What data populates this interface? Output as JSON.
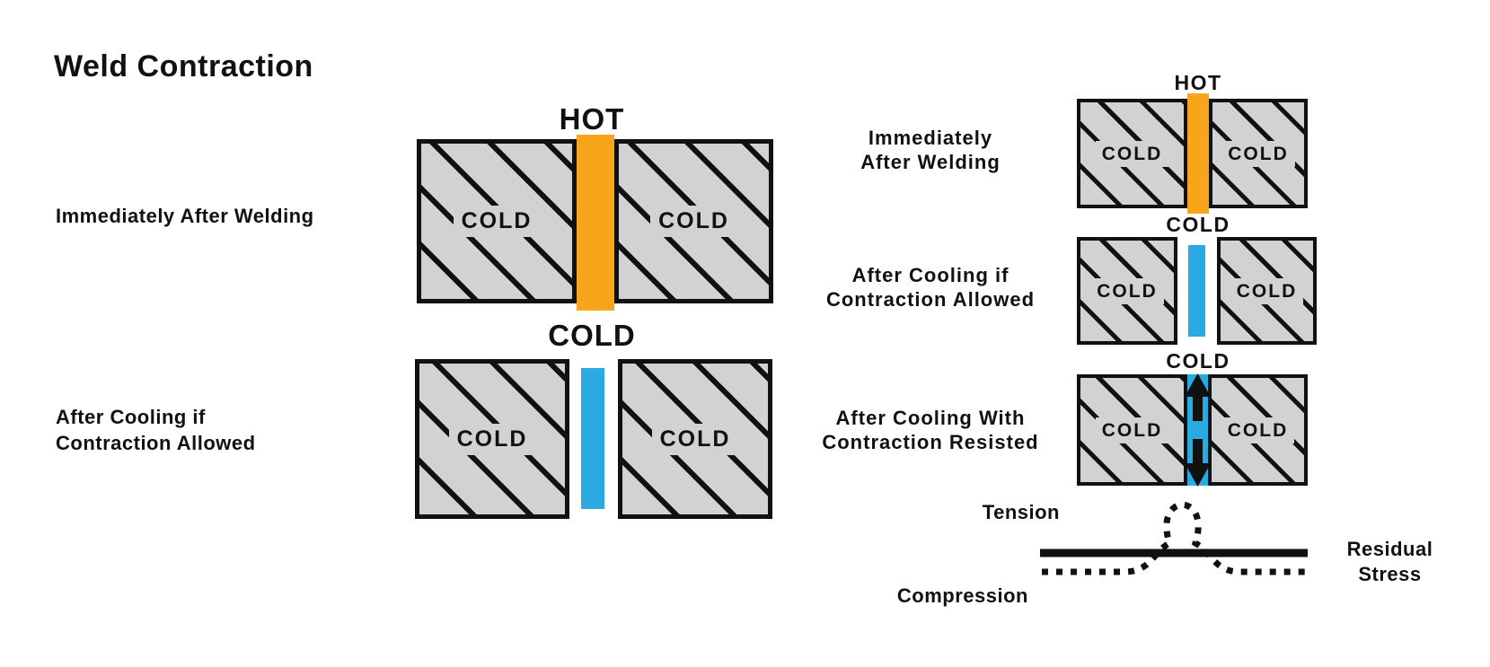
{
  "title": "Weld Contraction",
  "colors": {
    "hot_weld": "#F9A51B",
    "cooled_weld": "#29ABE2",
    "plate_fill": "#D1D2D4",
    "ink": "#111111",
    "background": "#FFFFFF"
  },
  "left_column": {
    "rows": [
      {
        "side_label": [
          "Immediately After Welding"
        ],
        "top_label": "HOT",
        "left_plate": "COLD",
        "right_plate": "COLD"
      },
      {
        "side_label": [
          "After Cooling if",
          "Contraction Allowed"
        ],
        "top_label": "COLD",
        "left_plate": "COLD",
        "right_plate": "COLD"
      }
    ]
  },
  "right_column": {
    "rows": [
      {
        "side_label": [
          "Immediately",
          "After Welding"
        ],
        "top_label": "HOT",
        "left_plate": "COLD",
        "right_plate": "COLD"
      },
      {
        "side_label": [
          "After Cooling if",
          "Contraction Allowed"
        ],
        "top_label": "COLD",
        "left_plate": "COLD",
        "right_plate": "COLD"
      },
      {
        "side_label": [
          "After Cooling With",
          "Contraction Resisted"
        ],
        "top_label": "COLD",
        "left_plate": "COLD",
        "right_plate": "COLD"
      }
    ]
  },
  "stress_plot": {
    "tension_label": "Tension",
    "compression_label": "Compression",
    "legend": [
      "Residual",
      "Stress"
    ]
  }
}
